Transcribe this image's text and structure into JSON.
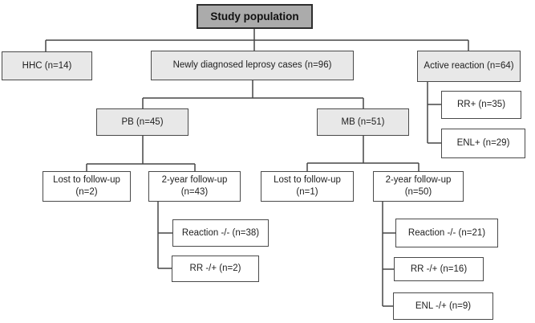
{
  "diagram": {
    "type": "study-flowchart",
    "nodes": {
      "study_population": {
        "label": "Study population"
      },
      "hhc": {
        "label": "HHC (n=14)"
      },
      "newly_diagnosed": {
        "label": "Newly diagnosed leprosy cases (n=96)"
      },
      "active_reaction": {
        "label": "Active reaction (n=64)"
      },
      "pb": {
        "label": "PB (n=45)"
      },
      "mb": {
        "label": "MB (n=51)"
      },
      "rr_positive": {
        "label": "RR+ (n=35)"
      },
      "enl_positive": {
        "label": "ENL+ (n=29)"
      },
      "pb_lost_followup": {
        "label": "Lost to follow-up\n(n=2)"
      },
      "pb_2year_followup": {
        "label": "2-year follow-up\n(n=43)"
      },
      "mb_lost_followup": {
        "label": "Lost to follow-up\n(n=1)"
      },
      "mb_2year_followup": {
        "label": "2-year follow-up\n(n=50)"
      },
      "pb_reaction_neg": {
        "label": "Reaction -/- (n=38)"
      },
      "pb_rr": {
        "label": "RR -/+ (n=2)"
      },
      "mb_reaction_neg": {
        "label": "Reaction -/- (n=21)"
      },
      "mb_rr": {
        "label": "RR -/+ (n=16)"
      },
      "mb_enl": {
        "label": "ENL -/+ (n=9)"
      }
    },
    "colors": {
      "root_fill": "#ababab",
      "group_fill": "#e8e8e8",
      "leaf_fill": "#ffffff",
      "line": "#464646"
    }
  }
}
